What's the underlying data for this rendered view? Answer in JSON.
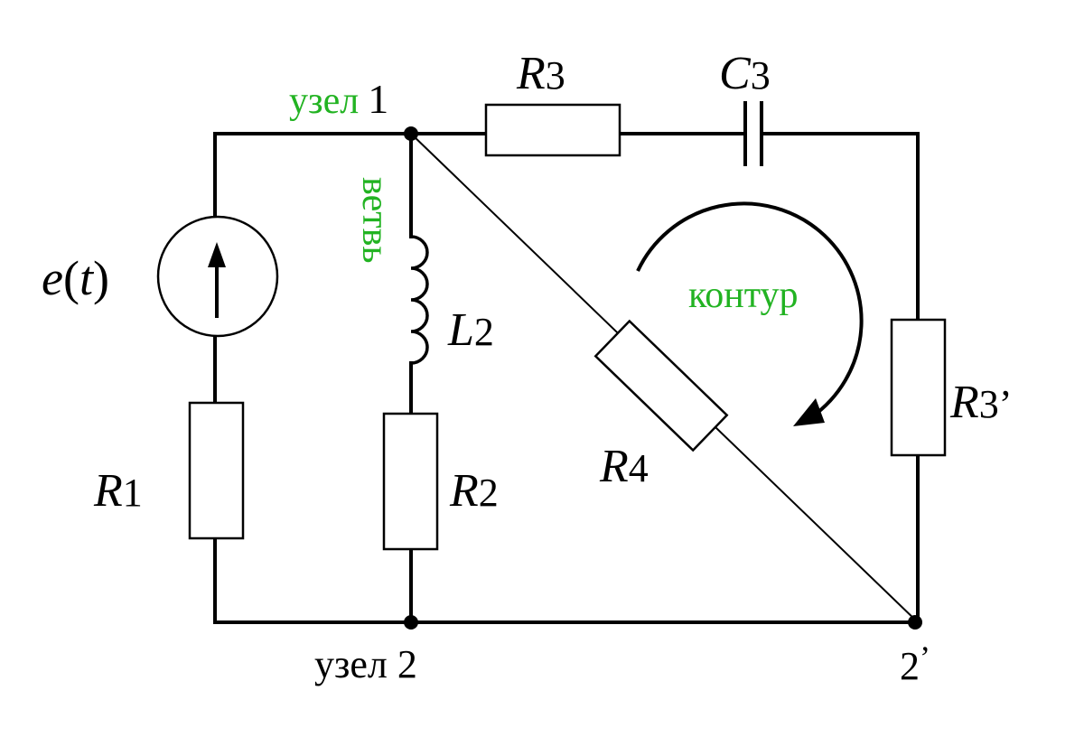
{
  "colors": {
    "wire": "#000000",
    "annotation": "#22b322",
    "background": "#ffffff"
  },
  "labels": {
    "source_e": "e",
    "source_open": "(",
    "source_t": "t",
    "source_close": ")",
    "r1_letter": "R",
    "r1_index": "1",
    "r2_letter": "R",
    "r2_index": "2",
    "l2_letter": "L",
    "l2_index": "2",
    "r3_letter": "R",
    "r3_index": "3",
    "c3_letter": "C",
    "c3_index": "3",
    "r4_letter": "R",
    "r4_index": "4",
    "r3p_letter": "R",
    "r3p_index": "3’",
    "node1_text": "узел",
    "node1_number": "1",
    "node2_text": "узел 2",
    "node2p_text": "2",
    "node2p_prime": "’",
    "branch_text": "ветвь",
    "loop_text": "контур"
  }
}
